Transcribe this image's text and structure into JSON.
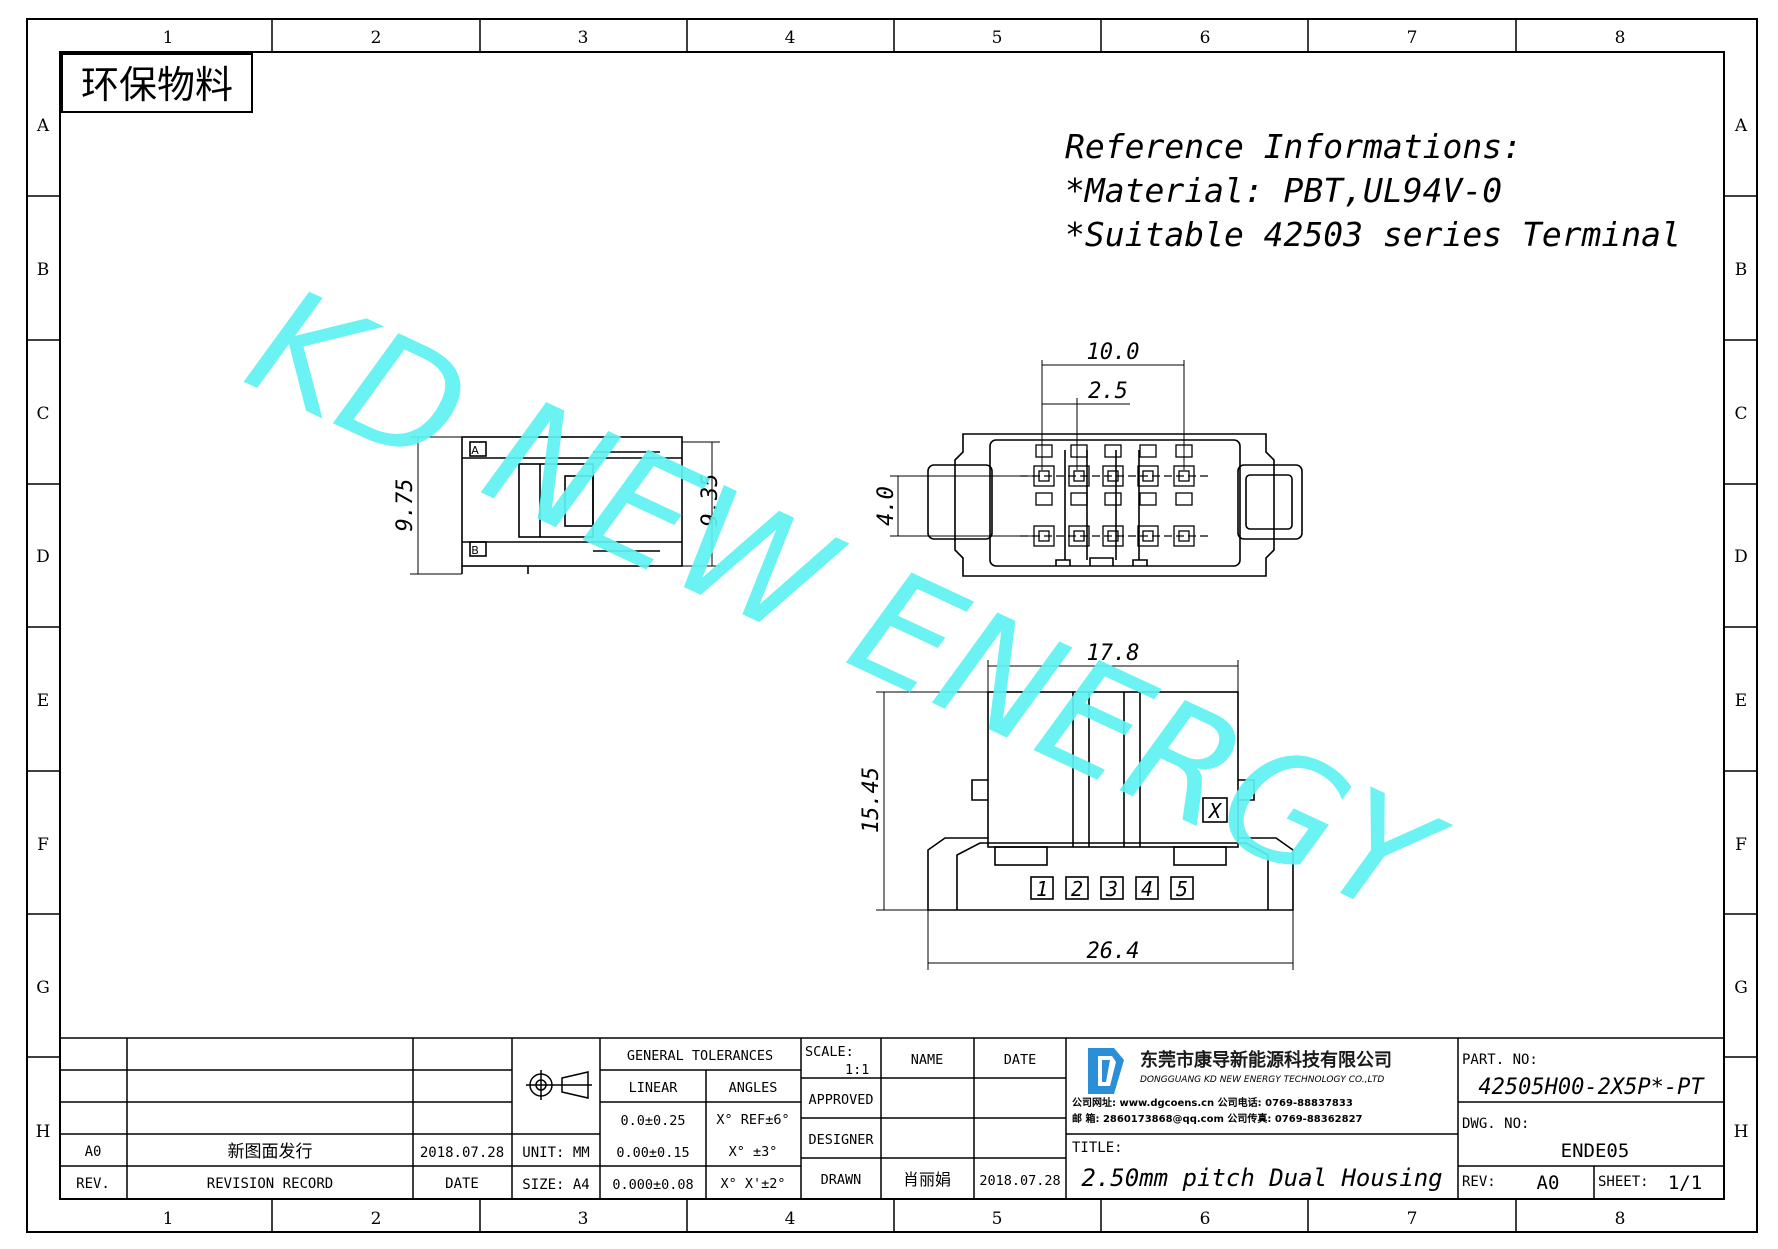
{
  "grid": {
    "columns": [
      "1",
      "2",
      "3",
      "4",
      "5",
      "6",
      "7",
      "8"
    ],
    "rows": [
      "A",
      "B",
      "C",
      "D",
      "E",
      "F",
      "G",
      "H"
    ]
  },
  "stamp": "环保物料",
  "watermark": "KD NEW ENERGY",
  "reference": {
    "title": "Reference Informations:",
    "material": "*Material: PBT,UL94V-0",
    "terminal": "*Suitable 42503 series Terminal"
  },
  "dimensions": {
    "top_width": "10.0",
    "pitch": "2.5",
    "row_pitch": "4.0",
    "side_height_outer": "9.75",
    "side_height_inner": "9.35",
    "front_top_width": "17.8",
    "front_height": "15.45",
    "front_bottom_width": "26.4"
  },
  "side_labels": {
    "a": "A",
    "b": "B"
  },
  "pin_numbers": [
    "1",
    "2",
    "3",
    "4",
    "5"
  ],
  "x_mark": "X",
  "title_block": {
    "rev_value": "A0",
    "revision_text": "新图面发行",
    "revision_date": "2018.07.28",
    "rev_header": "REV.",
    "revision_record_header": "REVISION RECORD",
    "date_header": "DATE",
    "general_tolerances": "GENERAL TOLERANCES",
    "linear": "LINEAR",
    "angles": "ANGLES",
    "tol_linear_1": "0.0±0.25",
    "tol_linear_2": "0.00±0.15",
    "tol_linear_3": "0.000±0.08",
    "tol_angle_1": "X° REF±6°",
    "tol_angle_2": "X° ±3°",
    "tol_angle_3": "X° X'±2°",
    "unit": "UNIT: MM",
    "size": "SIZE: A4",
    "scale_label": "SCALE:",
    "scale_value": "1:1",
    "name_header": "NAME",
    "date_col_header": "DATE",
    "approved": "APPROVED",
    "designer": "DESIGNER",
    "drawn": "DRAWN",
    "drawn_name": "肖丽娟",
    "drawn_date": "2018.07.28",
    "company_cn": "东莞市康导新能源科技有限公司",
    "company_en": "DONGGUANG KD NEW ENERGY TECHNOLOGY CO.,LTD",
    "contact_1": "公司网址: www.dgcoens.cn   公司电话: 0769-88837833",
    "contact_2": "邮    箱: 2860173868@qq.com  公司传真: 0769-88362827",
    "title_label": "TITLE:",
    "title_value": "2.50mm pitch Dual Housing",
    "part_no_label": "PART. NO:",
    "part_no_value": "42505H00-2X5P*-PT",
    "dwg_no_label": "DWG. NO:",
    "dwg_no_value": "ENDE05",
    "rev_label": "REV:",
    "rev_block_value": "A0",
    "sheet_label": "SHEET:",
    "sheet_value": "1/1"
  },
  "colors": {
    "watermark": "#5ff2f2",
    "logo": "#2a8fd6"
  }
}
